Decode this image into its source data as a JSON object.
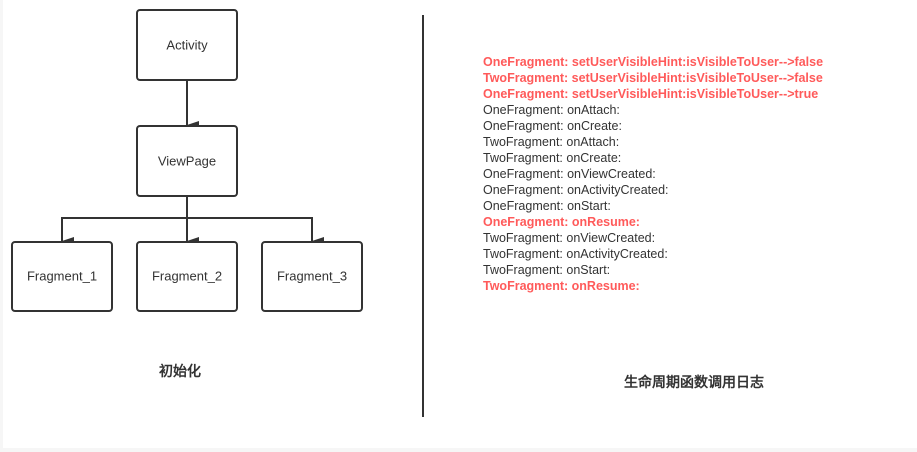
{
  "diagram": {
    "nodes": {
      "activity": "Activity",
      "viewpage": "ViewPage",
      "fragment_1": "Fragment_1",
      "fragment_2": "Fragment_2",
      "fragment_3": "Fragment_3"
    },
    "left_caption": "初始化",
    "right_caption": "生命周期函数调用日志"
  },
  "colors": {
    "highlight": "#ff5a5a",
    "text": "#333333",
    "stroke": "#333333"
  },
  "log": [
    {
      "text": "OneFragment: setUserVisibleHint:isVisibleToUser-->false",
      "highlight": true
    },
    {
      "text": "TwoFragment: setUserVisibleHint:isVisibleToUser-->false",
      "highlight": true
    },
    {
      "text": "OneFragment: setUserVisibleHint:isVisibleToUser-->true",
      "highlight": true
    },
    {
      "text": "OneFragment: onAttach:",
      "highlight": false
    },
    {
      "text": "OneFragment: onCreate:",
      "highlight": false
    },
    {
      "text": "TwoFragment: onAttach:",
      "highlight": false
    },
    {
      "text": "TwoFragment: onCreate:",
      "highlight": false
    },
    {
      "text": "OneFragment: onViewCreated:",
      "highlight": false
    },
    {
      "text": "OneFragment: onActivityCreated:",
      "highlight": false
    },
    {
      "text": "OneFragment: onStart:",
      "highlight": false
    },
    {
      "text": "OneFragment: onResume:",
      "highlight": true
    },
    {
      "text": "TwoFragment: onViewCreated:",
      "highlight": false
    },
    {
      "text": "TwoFragment: onActivityCreated:",
      "highlight": false
    },
    {
      "text": "TwoFragment: onStart:",
      "highlight": false
    },
    {
      "text": "TwoFragment: onResume:",
      "highlight": true
    }
  ]
}
